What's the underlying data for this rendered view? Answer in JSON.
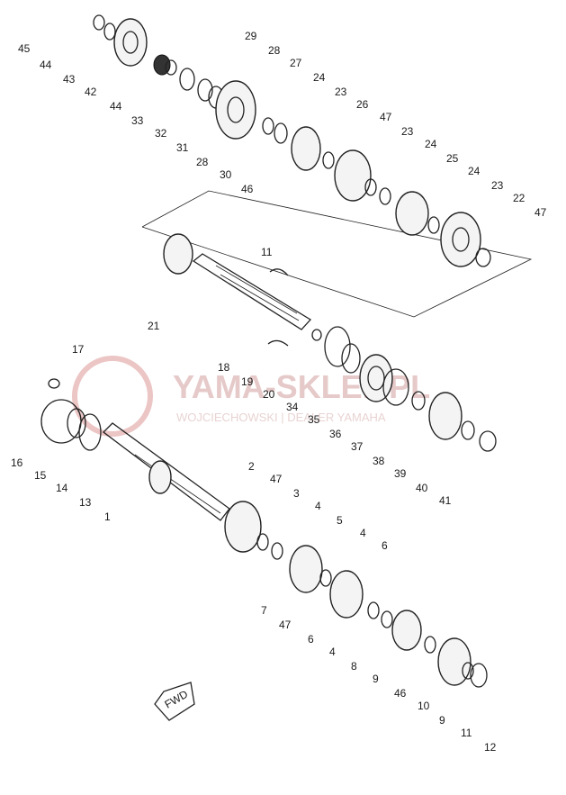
{
  "watermark": {
    "brand": "YAMA-SKLEP.PL",
    "subline": "WOJCIECHOWSKI | DEALER YAMAHA"
  },
  "fwd_label": "FWD",
  "callouts": [
    "45",
    "44",
    "43",
    "42",
    "44",
    "33",
    "32",
    "31",
    "28",
    "30",
    "46",
    "29",
    "28",
    "27",
    "24",
    "23",
    "26",
    "47",
    "23",
    "24",
    "25",
    "24",
    "23",
    "22",
    "47",
    "11",
    "21",
    "18",
    "19",
    "20",
    "34",
    "35",
    "36",
    "37",
    "38",
    "39",
    "40",
    "41",
    "17",
    "16",
    "15",
    "14",
    "13",
    "1",
    "2",
    "47",
    "3",
    "4",
    "5",
    "4",
    "6",
    "7",
    "47",
    "6",
    "4",
    "8",
    "9",
    "46",
    "10",
    "9",
    "11",
    "12"
  ]
}
